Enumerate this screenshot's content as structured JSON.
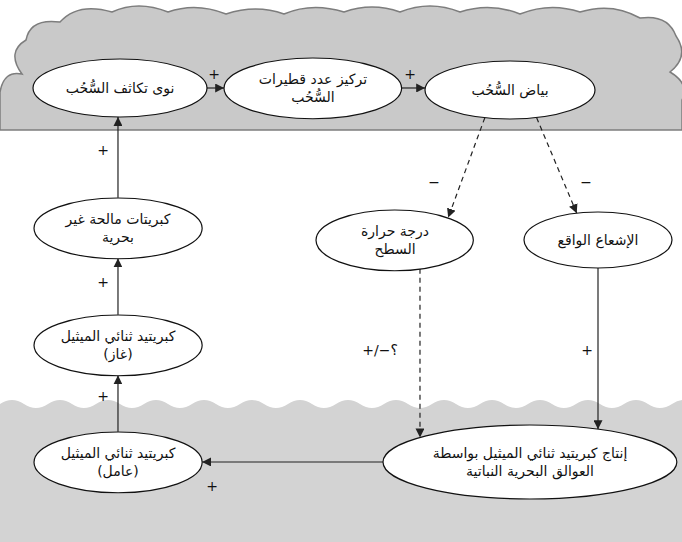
{
  "diagram": {
    "nodes": [
      {
        "text": [
          "نوى تكاثف السُّحُب"
        ]
      },
      {
        "text": [
          "تركيز عدد قطيرات السُّحُب"
        ]
      },
      {
        "text": [
          "بياض السُّحُب"
        ]
      },
      {
        "text": [
          "درجة حرارة السطح"
        ]
      },
      {
        "text": [
          "الإشعاع الواقع"
        ]
      },
      {
        "text": [
          "كبريتات مالحة غير بحرية"
        ]
      },
      {
        "text": [
          "كبريتيد ثنائي الميثيل (غاز)"
        ]
      },
      {
        "text": [
          "كبريتيد ثنائي الميثيل (عامل)"
        ]
      },
      {
        "text": [
          "إنتاج كبريتيد ثنائي الميثيل بواسطة العوالق البحرية النباتية"
        ]
      }
    ],
    "edges": [
      {
        "from": 0,
        "to": 1,
        "arrow": "to",
        "label": "+"
      },
      {
        "from": 1,
        "to": 2,
        "arrow": "to",
        "label": "+"
      },
      {
        "from": 2,
        "to": 3,
        "arrow": "to",
        "label": "−"
      },
      {
        "from": 2,
        "to": 4,
        "arrow": "to",
        "label": "−"
      },
      {
        "from": 3,
        "to": 8,
        "arrow": "to",
        "label": "+/−؟"
      },
      {
        "from": 4,
        "to": 8,
        "arrow": "to",
        "label": "+"
      },
      {
        "from": 8,
        "to": 7,
        "arrow": "to",
        "label": "+"
      },
      {
        "from": 7,
        "to": 6,
        "arrow": "to",
        "label": "+"
      },
      {
        "from": 6,
        "to": 5,
        "arrow": "to",
        "label": "+"
      },
      {
        "from": 5,
        "to": 0,
        "arrow": "to",
        "label": "+"
      }
    ]
  }
}
